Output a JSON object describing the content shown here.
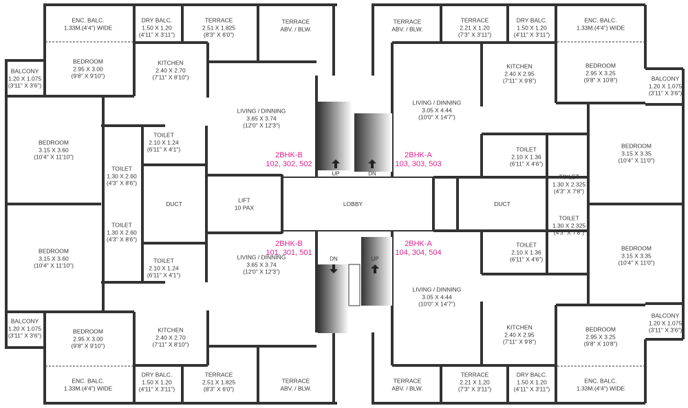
{
  "colors": {
    "wall": "#333333",
    "unit_label": "#e0218a",
    "text": "#333333"
  },
  "rooms": {
    "tl_enc": [
      "ENC. BALC.",
      "1.33M.(4'4\") WIDE"
    ],
    "tl_dry": [
      "DRY BALC.",
      "1.50 X 1.20",
      "(4'11\" X 3'11\")"
    ],
    "tl_ter": [
      "TERRACE",
      "2.51 X 1.825",
      "(8'3\" X 6'0\")"
    ],
    "tl_terab": [
      "TERRACE",
      "ABV. / BLW."
    ],
    "tl_balc": [
      "BALCONY",
      "1.20 X 1.075",
      "(3'11\" X 3'6\")"
    ],
    "tl_bed1": [
      "BEDROOM",
      "2.95 X 3.00",
      "(9'8\" X 9'10\")"
    ],
    "tl_kit": [
      "KITCHEN",
      "2.40 X 2.70",
      "(7'11\" X 8'10\")"
    ],
    "tl_liv": [
      "LIVING / DINNING",
      "3.65 X 3.74",
      "(12'0\" X 12'3\")"
    ],
    "tl_bed2": [
      "BEDROOM",
      "3.15 X 3.60",
      "(10'4\" X 11'10\")"
    ],
    "tl_toi1": [
      "TOILET",
      "2.10 X 1.24",
      "(6'11\" X 4'1\")"
    ],
    "tl_toi2": [
      "TOILET",
      "1.30 X 2.60",
      "(4'3\" X 8'6\")"
    ],
    "duct": [
      "DUCT"
    ],
    "lift": [
      "LIFT",
      "10 PAX"
    ],
    "lobby": [
      "LOBBY"
    ],
    "tr_terab": [
      "TERRACE",
      "ABV. / BLW."
    ],
    "tr_ter": [
      "TERRACE",
      "2.21 X 1.20",
      "(7'3\" X 3'11\")"
    ],
    "tr_dry": [
      "DRY BALC.",
      "1.50 X 1.20",
      "(4'11\" X 3'11\")"
    ],
    "tr_enc": [
      "ENC. BALC.",
      "1.33M.(4'4\") WIDE"
    ],
    "tr_kit": [
      "KITCHEN",
      "2.40 X 2.95",
      "(7'11\" X 9'8\")"
    ],
    "tr_bed1": [
      "BEDROOM",
      "2.95 X 3.25",
      "(9'8\" X 10'8\")"
    ],
    "tr_balc": [
      "BALCONY",
      "1.20 X 1.075",
      "(3'11\" X 3'6\")"
    ],
    "tr_liv": [
      "LIVING / DINNING",
      "3.05 X 4.44",
      "(10'0\" X 14'7\")"
    ],
    "tr_bed2": [
      "BEDROOM",
      "3.15 X 3.35",
      "(10'4\" X 11'0\")"
    ],
    "tr_toi1": [
      "TOILET",
      "2.10 X 1.36",
      "(6'11\" X 4'6\")"
    ],
    "tr_toi2": [
      "TOILET",
      "1.30 X 2.325",
      "(4'3\" X 7'8\")"
    ]
  },
  "units": {
    "tl": [
      "2BHK-B",
      "102, 302, 502"
    ],
    "tr": [
      "2BHK-A",
      "103, 303, 503"
    ],
    "bl": [
      "2BHK-B",
      "101, 301, 501"
    ],
    "br": [
      "2BHK-A",
      "104, 304, 504"
    ]
  },
  "stairs": {
    "up": "UP",
    "dn": "DN"
  }
}
